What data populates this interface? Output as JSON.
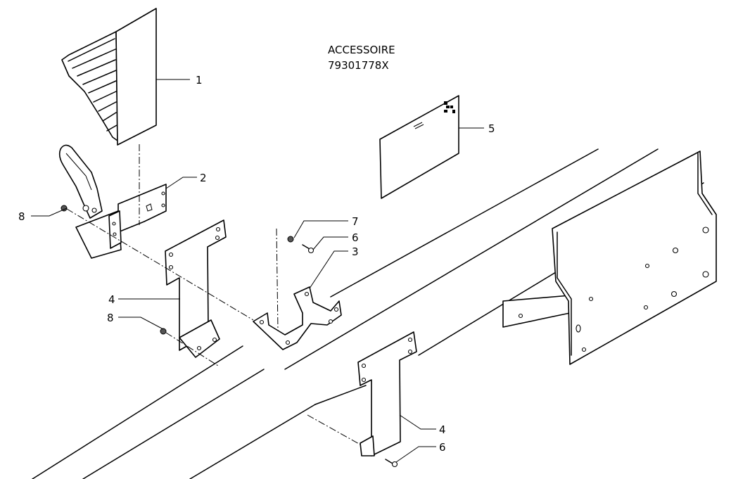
{
  "title": {
    "line1": "ACCESSOIRE",
    "line2": "79301778X"
  },
  "callouts": {
    "c1": "1",
    "c2": "2",
    "c3": "3",
    "c4a": "4",
    "c4b": "4",
    "c5": "5",
    "c6a": "6",
    "c6b": "6",
    "c7": "7",
    "c8a": "8",
    "c8b": "8"
  }
}
